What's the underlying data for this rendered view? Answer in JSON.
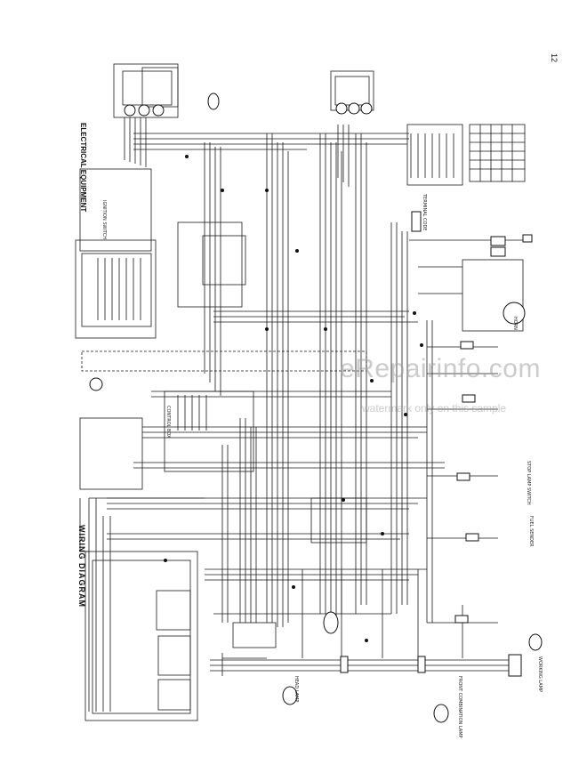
{
  "titles": {
    "electrical": "ELECTRICAL EQUIPMENT",
    "wiring": "WIRING DIAGRAM"
  },
  "page": {
    "number": "12"
  },
  "labels": {
    "horn": "HORN",
    "stop_lamp_switch": "STOP LAMP SWITCH",
    "fuel_sender": "FUEL SENDER",
    "working_lamp": "WORKING LAMP",
    "head_lamp": "HEAD LAMP",
    "front_combination_lamp": "FRONT COMBINATION LAMP",
    "control_box": "CONTROL BOX",
    "ignition_switch": "IGNITION SWITCH",
    "terminal_code": "TERMINAL CODE"
  },
  "watermark": {
    "site": "eRepairinfo.com",
    "note": "watermark only on this sample"
  }
}
